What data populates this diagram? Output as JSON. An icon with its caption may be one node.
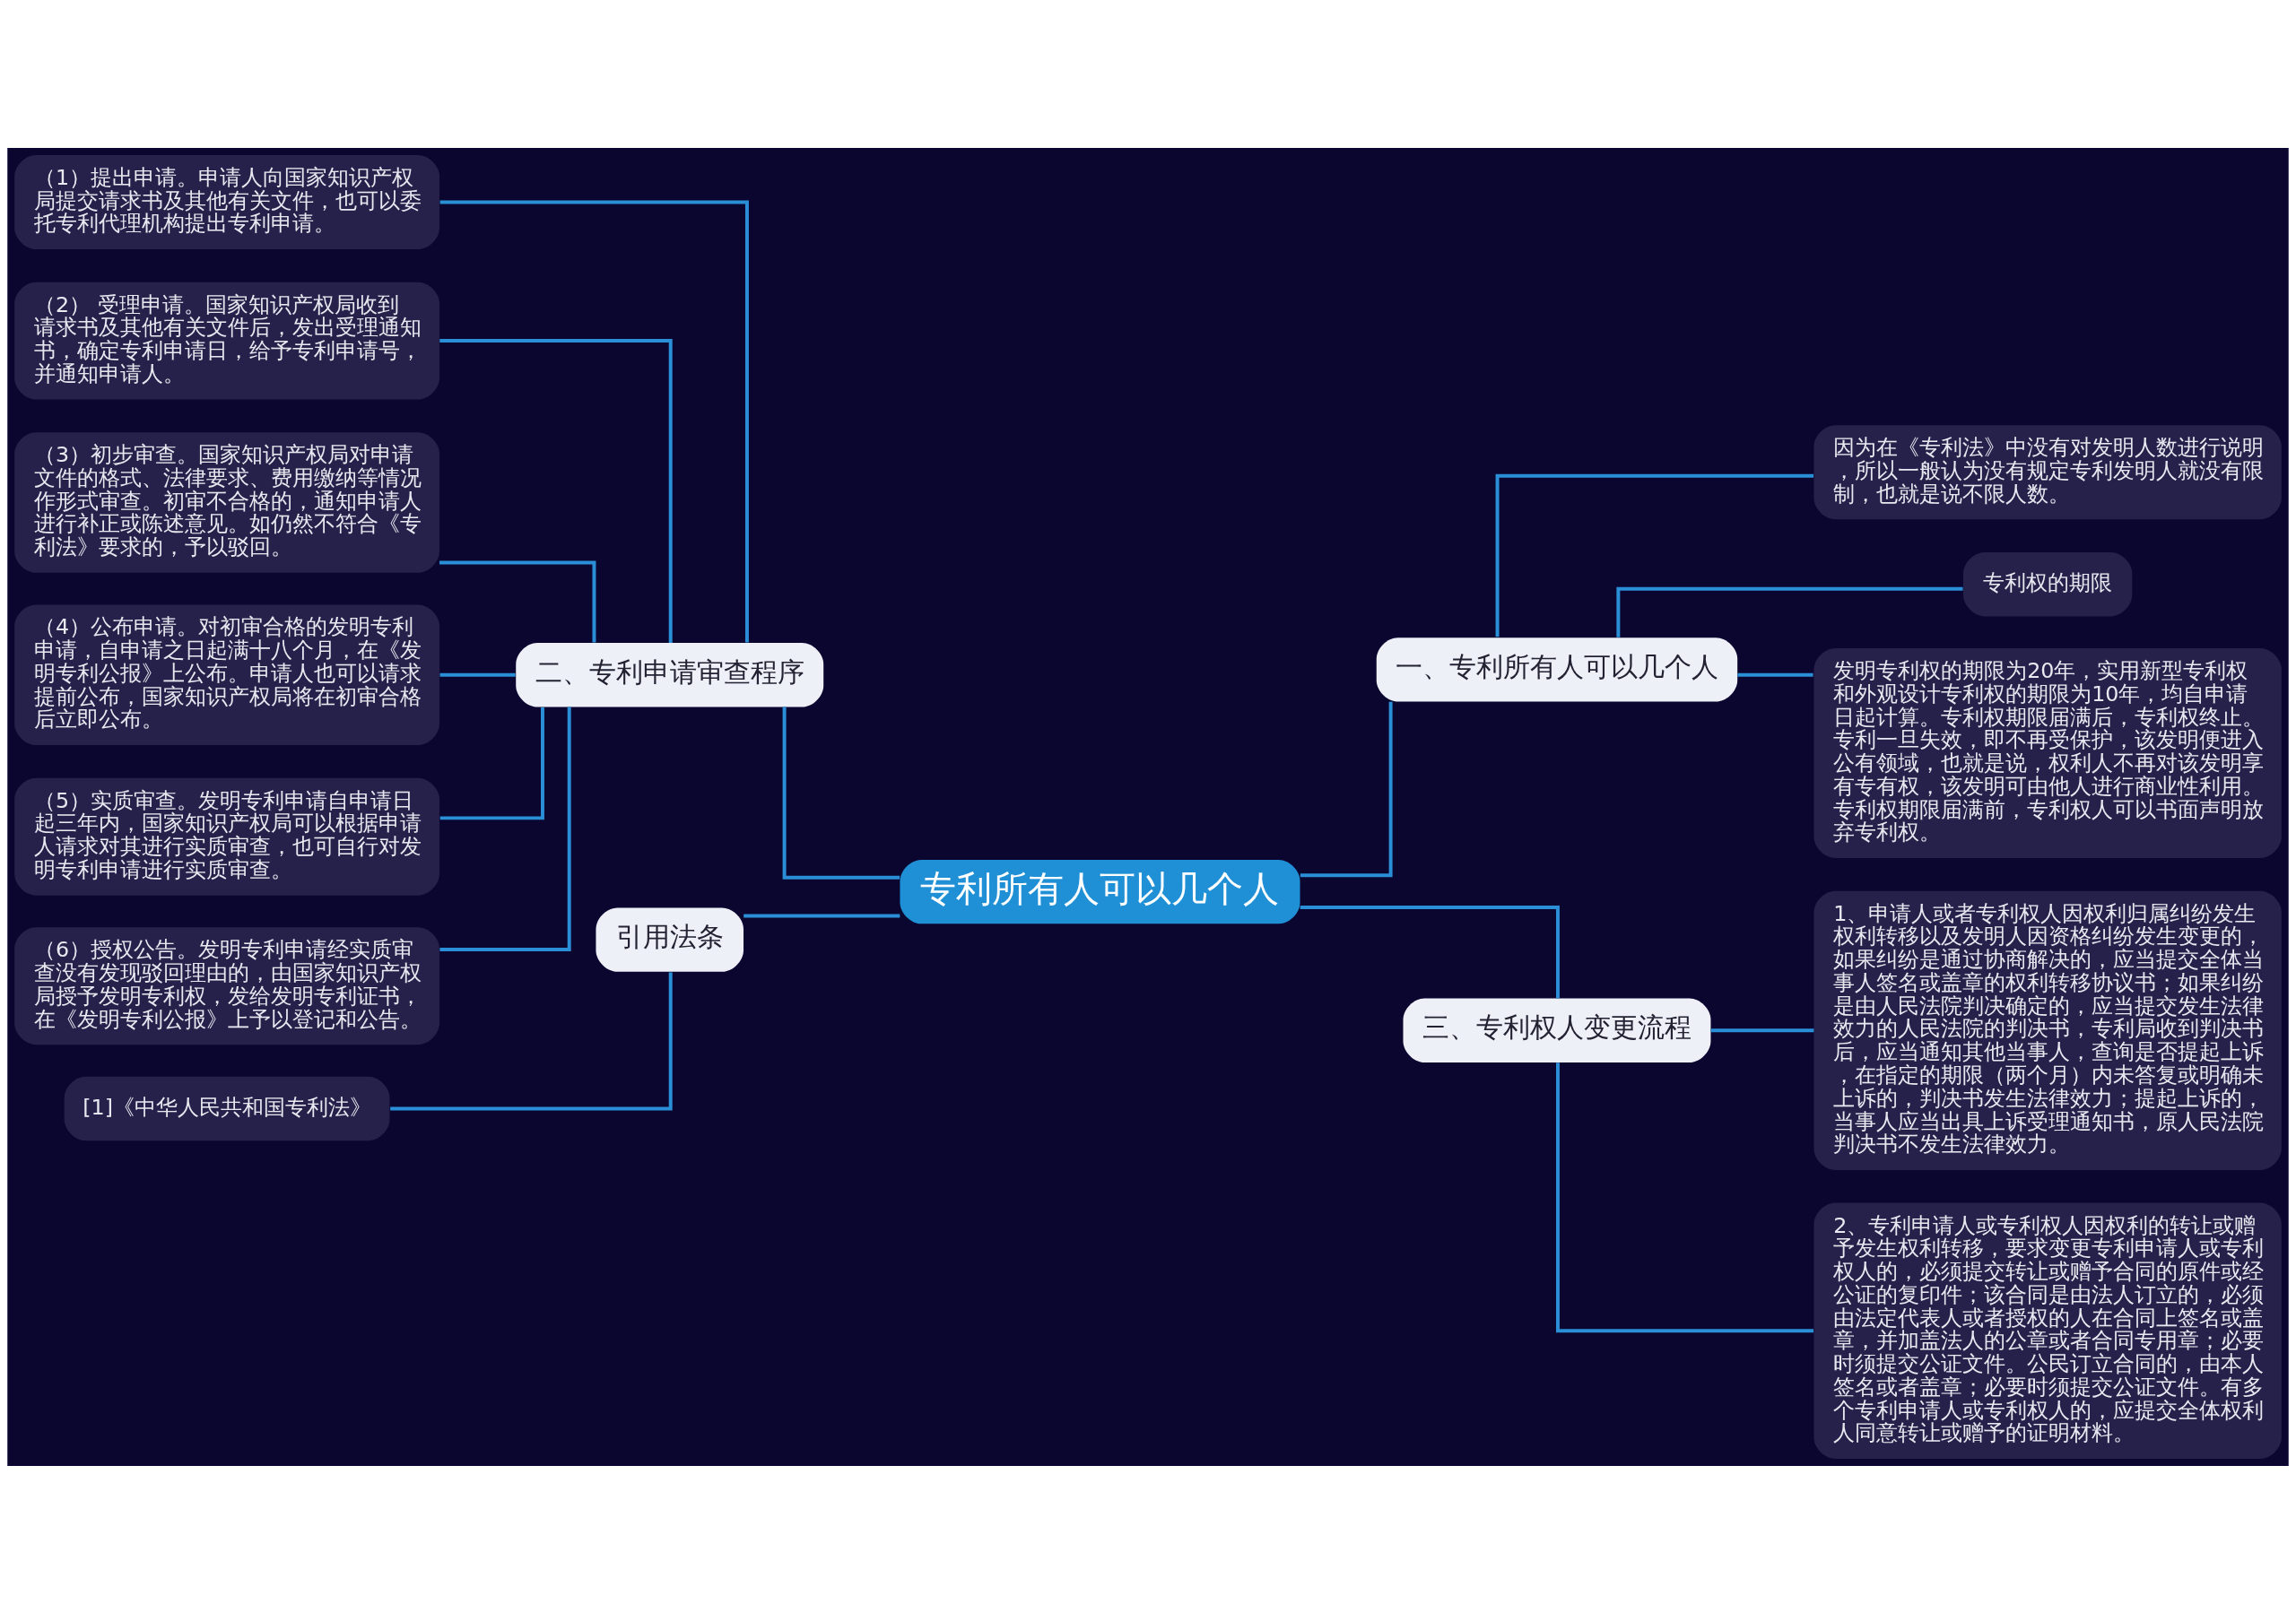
{
  "diagram": {
    "nodes": [
      {
        "text": [
          "专利所有人可以几个人"
        ]
      },
      {
        "text": [
          "二、专利申请审查程序"
        ]
      },
      {
        "text": [
          "（1）提出申请。申请人向国家知识产权局提交请求书及其他有关文件，也可以委托专利代理机构提出专利申请。"
        ]
      },
      {
        "text": [
          "（2） 受理申请。国家知识产权局收到请求书及其他有关文件后，发出受理通知书，确定专利申请日，给予专利申请号，并通知申请人。"
        ]
      },
      {
        "text": [
          "（3）初步审查。国家知识产权局对申请文件的格式、法律要求、费用缴纳等情况作形式审查。初审不合格的，通知申请人进行补正或陈述意见。如仍然不符合《专利法》要求的，予以驳回。"
        ]
      },
      {
        "text": [
          "（4）公布申请。对初审合格的发明专利申请，自申请之日起满十八个月，在《发明专利公报》上公布。申请人也可以请求提前公布，国家知识产权局将在初审合格后立即公布。"
        ]
      },
      {
        "text": [
          "（5）实质审查。发明专利申请自申请日起三年内，国家知识产权局可以根据申请人请求对其进行实质审查，也可自行对发明专利申请进行实质审查。"
        ]
      },
      {
        "text": [
          "（6）授权公告。发明专利申请经实质审查没有发现驳回理由的，由国家知识产权局授予发明专利权，发给发明专利证书，在《发明专利公报》上予以登记和公告。"
        ]
      },
      {
        "text": [
          "引用法条"
        ]
      },
      {
        "text": [
          "[1]《中华人民共和国专利法》"
        ]
      },
      {
        "text": [
          "一、专利所有人可以几个人"
        ]
      },
      {
        "text": [
          "因为在《专利法》中没有对发明人数进行说明，所以一般认为没有规定专利发明人就没有限制，也就是说不限人数。"
        ]
      },
      {
        "text": [
          "专利权的期限"
        ]
      },
      {
        "text": [
          "发明专利权的期限为20年，实用新型专利权和外观设计专利权的期限为10年，均自申请日起计算。专利权期限届满后，专利权终止。专利一旦失效，即不再受保护，该发明便进入公有领域，也就是说，权利人不再对该发明享有专有权，该发明可由他人进行商业性利用。专利权期限届满前，专利权人可以书面声明放弃专利权。"
        ]
      },
      {
        "text": [
          "三、专利权人变更流程"
        ]
      },
      {
        "text": [
          "1、申请人或者专利权人因权利归属纠纷发生权利转移以及发明人因资格纠纷发生变更的，如果纠纷是通过协商解决的，应当提交全体当事人签名或盖章的权利转移协议书；如果纠纷是由人民法院判决确定的，应当提交发生法律效力的人民法院的判决书，专利局收到判决书后，应当通知其他当事人，查询是否提起上诉，在指定的期限（两个月）内未答复或明确未上诉的，判决书发生法律效力；提起上诉的，当事人应当出具上诉受理通知书，原人民法院判决书不发生法律效力。"
        ]
      },
      {
        "text": [
          "2、专利申请人或专利权人因权利的转让或赠予发生权利转移，要求变更专利申请人或专利权人的，必须提交转让或赠予合同的原件或经公证的复印件；该合同是由法人订立的，必须由法定代表人或者授权的人在合同上签名或盖章，并加盖法人的公章或者合同专用章；必要时须提交公证文件。公民订立合同的，由本人签名或者盖章；必要时须提交公证文件。有多个专利申请人或专利权人的，应提交全体权利人同意转让或赠予的证明材料。"
        ]
      }
    ],
    "edges": [
      {
        "from": 0,
        "to": 1,
        "arrow": "none"
      },
      {
        "from": 1,
        "to": 2,
        "arrow": "none"
      },
      {
        "from": 1,
        "to": 3,
        "arrow": "none"
      },
      {
        "from": 1,
        "to": 4,
        "arrow": "none"
      },
      {
        "from": 1,
        "to": 5,
        "arrow": "none"
      },
      {
        "from": 1,
        "to": 6,
        "arrow": "none"
      },
      {
        "from": 1,
        "to": 7,
        "arrow": "none"
      },
      {
        "from": 0,
        "to": 8,
        "arrow": "none"
      },
      {
        "from": 8,
        "to": 9,
        "arrow": "none"
      },
      {
        "from": 0,
        "to": 10,
        "arrow": "none"
      },
      {
        "from": 10,
        "to": 11,
        "arrow": "none"
      },
      {
        "from": 10,
        "to": 12,
        "arrow": "none"
      },
      {
        "from": 10,
        "to": 13,
        "arrow": "none"
      },
      {
        "from": 0,
        "to": 14,
        "arrow": "none"
      },
      {
        "from": 14,
        "to": 15,
        "arrow": "none"
      },
      {
        "from": 14,
        "to": 16,
        "arrow": "none"
      }
    ]
  }
}
